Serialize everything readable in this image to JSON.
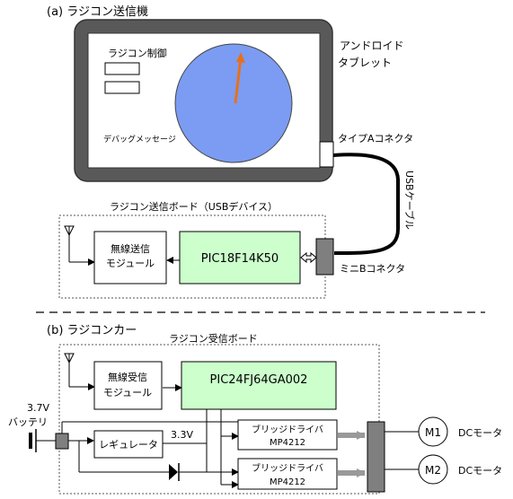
{
  "section_a": {
    "heading": "(a) ラジコン送信機",
    "tablet": {
      "label_line1": "アンドロイド",
      "label_line2": "タブレット",
      "screen_title": "ラジコン制御",
      "debug_label": "デバッグメッセージ",
      "connector_label": "タイプAコネクタ"
    },
    "cable_label": "USBケーブル",
    "tx_board": {
      "title": "ラジコン送信ボード（USBデバイス）",
      "radio_module_line1": "無線送信",
      "radio_module_line2": "モジュール",
      "mcu": "PIC18F14K50",
      "connector_label": "ミニBコネクタ"
    }
  },
  "section_b": {
    "heading": "(b) ラジコンカー",
    "rx_board": {
      "title": "ラジコン受信ボード",
      "radio_module_line1": "無線受信",
      "radio_module_line2": "モジュール",
      "mcu": "PIC24FJ64GA002",
      "regulator": "レギュレータ",
      "voltage_out": "3.3V",
      "bridge1_line1": "ブリッジドライバ",
      "bridge1_line2": "MP4212",
      "bridge2_line1": "ブリッジドライバ",
      "bridge2_line2": "MP4212"
    },
    "battery_line1": "3.7V",
    "battery_line2": "バッテリ",
    "motor1": "M1",
    "motor2": "M2",
    "motor1_label": "DCモータ",
    "motor2_label": "DCモータ"
  },
  "colors": {
    "tablet_frame": "#595959",
    "dial": "#7B9CF2",
    "needle": "#E8701A",
    "mcu_fill": "#CCFFCC",
    "connector_fill": "#7F7F7F",
    "bus_arrow": "#999999"
  }
}
